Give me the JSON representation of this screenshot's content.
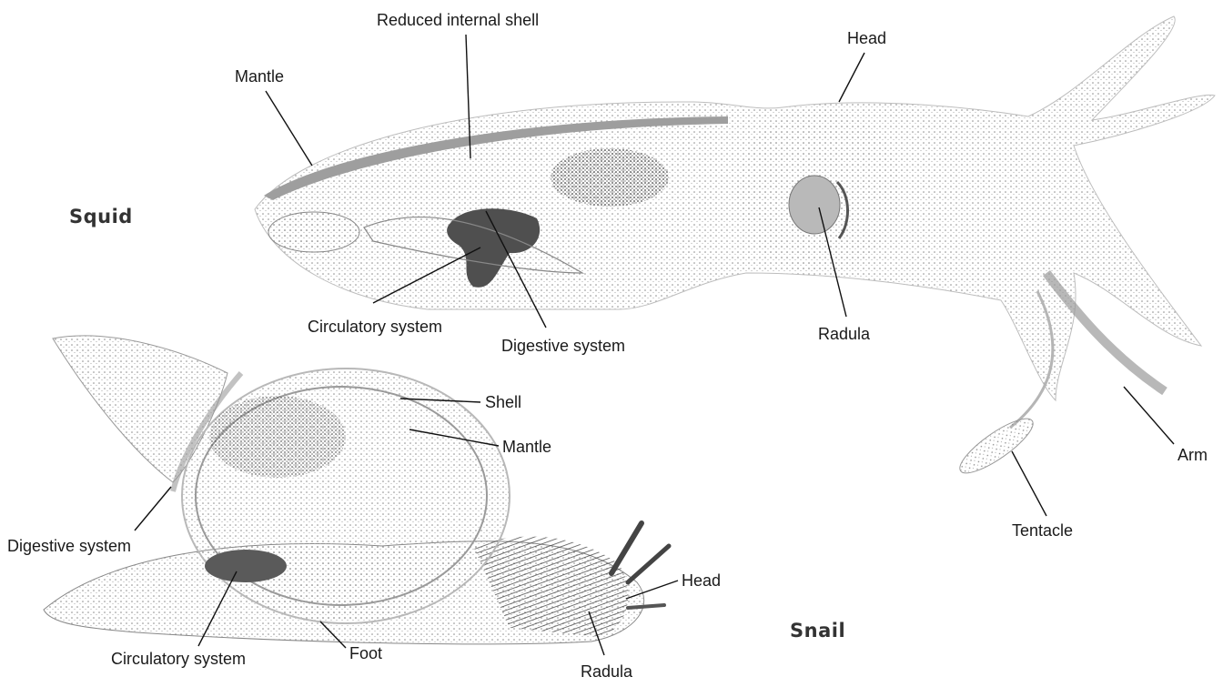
{
  "organisms": {
    "squid": "Squid",
    "snail": "Snail"
  },
  "squid_labels": {
    "reduced_internal_shell": "Reduced internal shell",
    "mantle": "Mantle",
    "head": "Head",
    "circulatory_system": "Circulatory system",
    "digestive_system": "Digestive system",
    "radula": "Radula",
    "arm": "Arm",
    "tentacle": "Tentacle"
  },
  "snail_labels": {
    "shell": "Shell",
    "mantle": "Mantle",
    "digestive_system": "Digestive system",
    "head": "Head",
    "circulatory_system": "Circulatory system",
    "foot": "Foot",
    "radula": "Radula"
  },
  "colors": {
    "stipple_light": "#cfcfcf",
    "stipple_mid": "#a9a9a9",
    "stipple_dark": "#6e6e6e",
    "organ_dark": "#555555",
    "text": "#1a1a1a"
  }
}
